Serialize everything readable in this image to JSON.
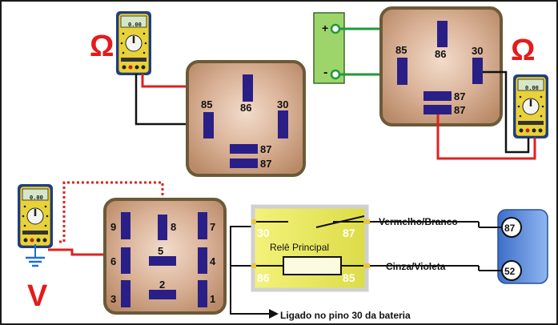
{
  "symbols": {
    "ohm": "Ω",
    "volt": "V",
    "plus": "+",
    "minus": "-"
  },
  "multimeter": {
    "display": "0.00",
    "body_color": "#1f3f8a",
    "face_color": "#e8d23a"
  },
  "relay_top_left": {
    "pins": {
      "p85": "85",
      "p86": "86",
      "p30": "30",
      "p87a": "87",
      "p87b": "87"
    }
  },
  "relay_top_right": {
    "pins": {
      "p85": "85",
      "p86": "86",
      "p30": "30",
      "p87a": "87",
      "p87b": "87"
    }
  },
  "relay_bottom": {
    "pins": {
      "p9": "9",
      "p8": "8",
      "p7": "7",
      "p6": "6",
      "p5": "5",
      "p4": "4",
      "p3": "3",
      "p2": "2",
      "p1": "1"
    }
  },
  "schematic": {
    "title": "Relê Principal",
    "pins": {
      "p30": "30",
      "p87": "87",
      "p86": "86",
      "p85": "85"
    }
  },
  "wires": {
    "top": "Vermelho/Branco",
    "bottom": "Cinza/Violeta",
    "battery_note": "Ligado no pino 30 da bateria"
  },
  "connector": {
    "pin_top": "87",
    "pin_bottom": "52"
  },
  "colors": {
    "relay_fill": "#c9a080",
    "relay_border": "#6b5a38",
    "pin_blue": "#2a1f86",
    "wire_red": "#e02020",
    "wire_green": "#1d9a3a",
    "wire_black": "#111111",
    "ohm_red": "#e31b1b",
    "battery_green": "#9ed56a",
    "schematic_yellow": "#e9e85a",
    "connector_blue": "#5b8de0"
  }
}
